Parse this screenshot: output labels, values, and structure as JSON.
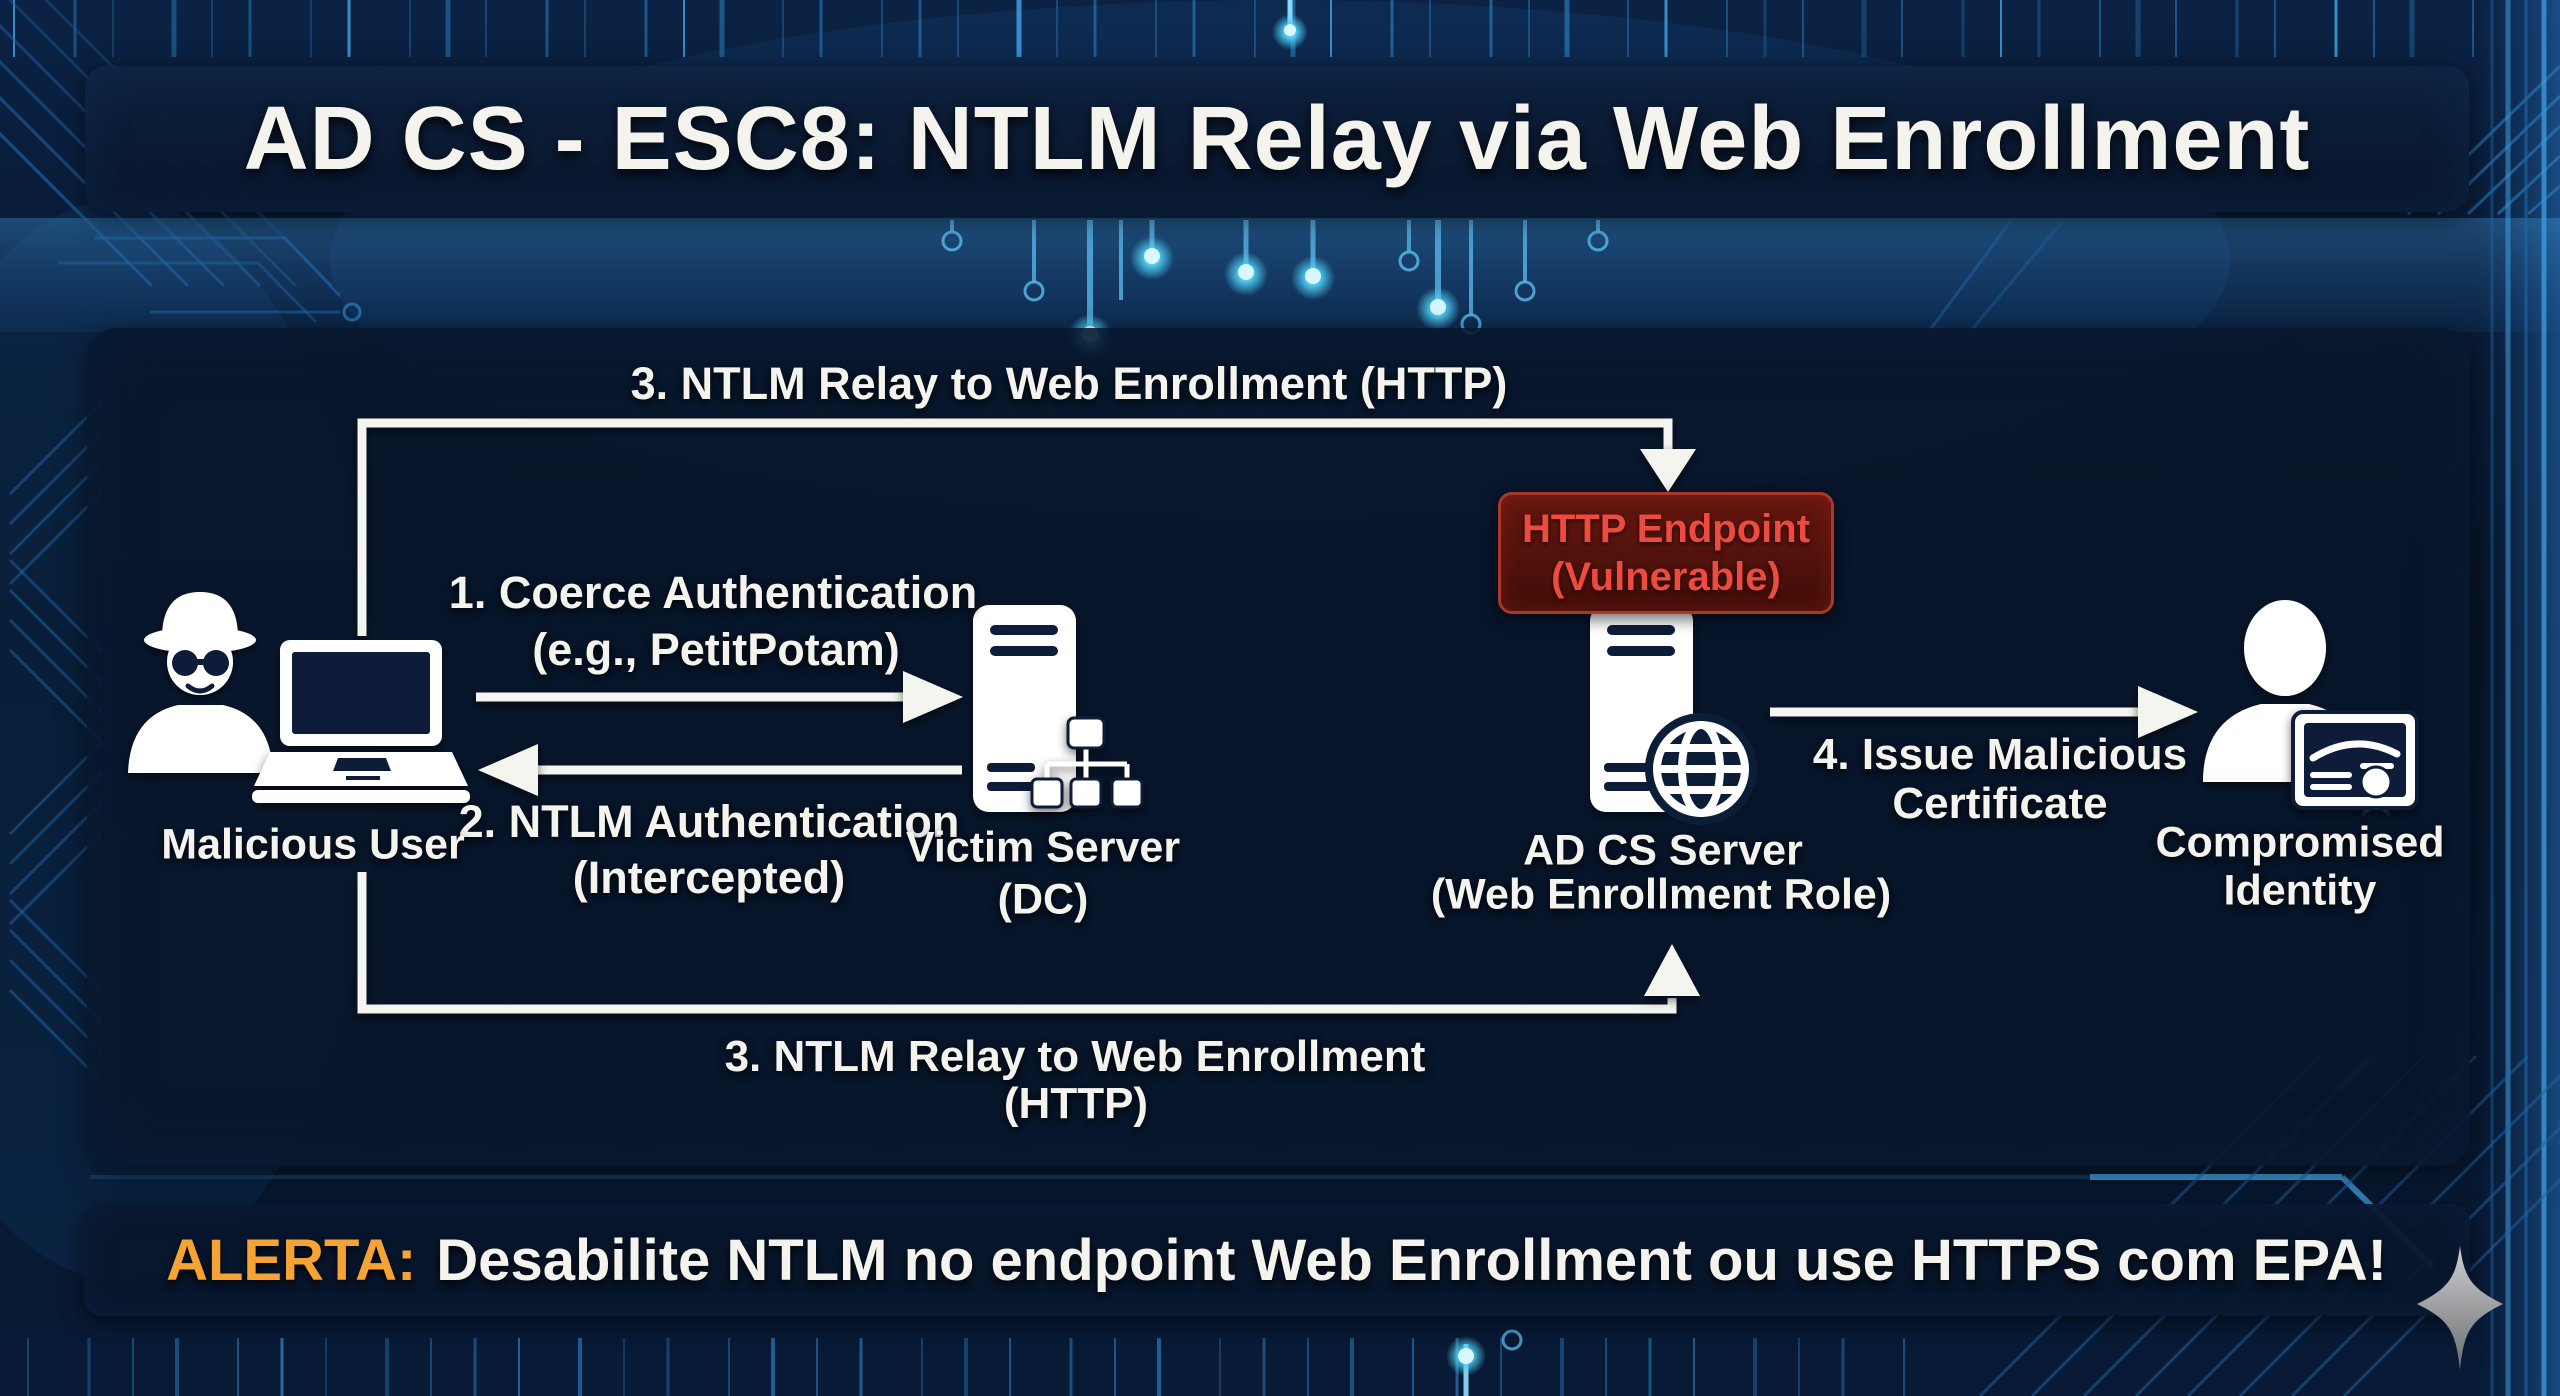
{
  "title": "AD CS - ESC8: NTLM Relay via Web Enrollment",
  "badge": {
    "line1": "HTTP Endpoint",
    "line2": "(Vulnerable)"
  },
  "nodes": {
    "malicious_user": {
      "label": "Malicious User"
    },
    "victim_server": {
      "line1": "Victim Server",
      "line2": "(DC)"
    },
    "adcs_server": {
      "line1": "AD CS Server",
      "line2": "(Web Enrollment Role)"
    },
    "compromised_identity": {
      "line1": "Compromised",
      "line2": "Identity"
    }
  },
  "arrows": {
    "relay_top": {
      "label": "3. NTLM Relay to Web Enrollment (HTTP)"
    },
    "coerce": {
      "line1": "1. Coerce Authentication",
      "line2": "(e.g., PetitPotam)"
    },
    "ntlm_auth": {
      "line1": "2. NTLM Authentication",
      "line2": "(Intercepted)"
    },
    "issue_cert": {
      "line1": "4. Issue Malicious",
      "line2": "Certificate"
    },
    "relay_bottom": {
      "line1": "3. NTLM Relay to Web Enrollment",
      "line2": "(HTTP)"
    }
  },
  "alert": {
    "prefix": "ALERTA:",
    "text": "Desabilite NTLM no endpoint Web Enrollment ou use HTTPS com EPA!"
  },
  "icons": {
    "malicious_user": "hacker-laptop-icon",
    "victim_server": "server-tower-with-domain-tree-icon",
    "adcs_server": "server-tower-with-globe-icon",
    "compromised_identity": "user-with-certificate-icon",
    "decoration": "sparkle-icon"
  },
  "colors": {
    "accent_orange": "#f5a335",
    "vulnerable_red": "#ee4b40",
    "badge_border_red": "#a8392a",
    "circuit_blue": "#2b84c6",
    "glow_cyan": "#4fd2f8",
    "text_white": "#f4f3ee",
    "panel_navy": "#081628"
  }
}
